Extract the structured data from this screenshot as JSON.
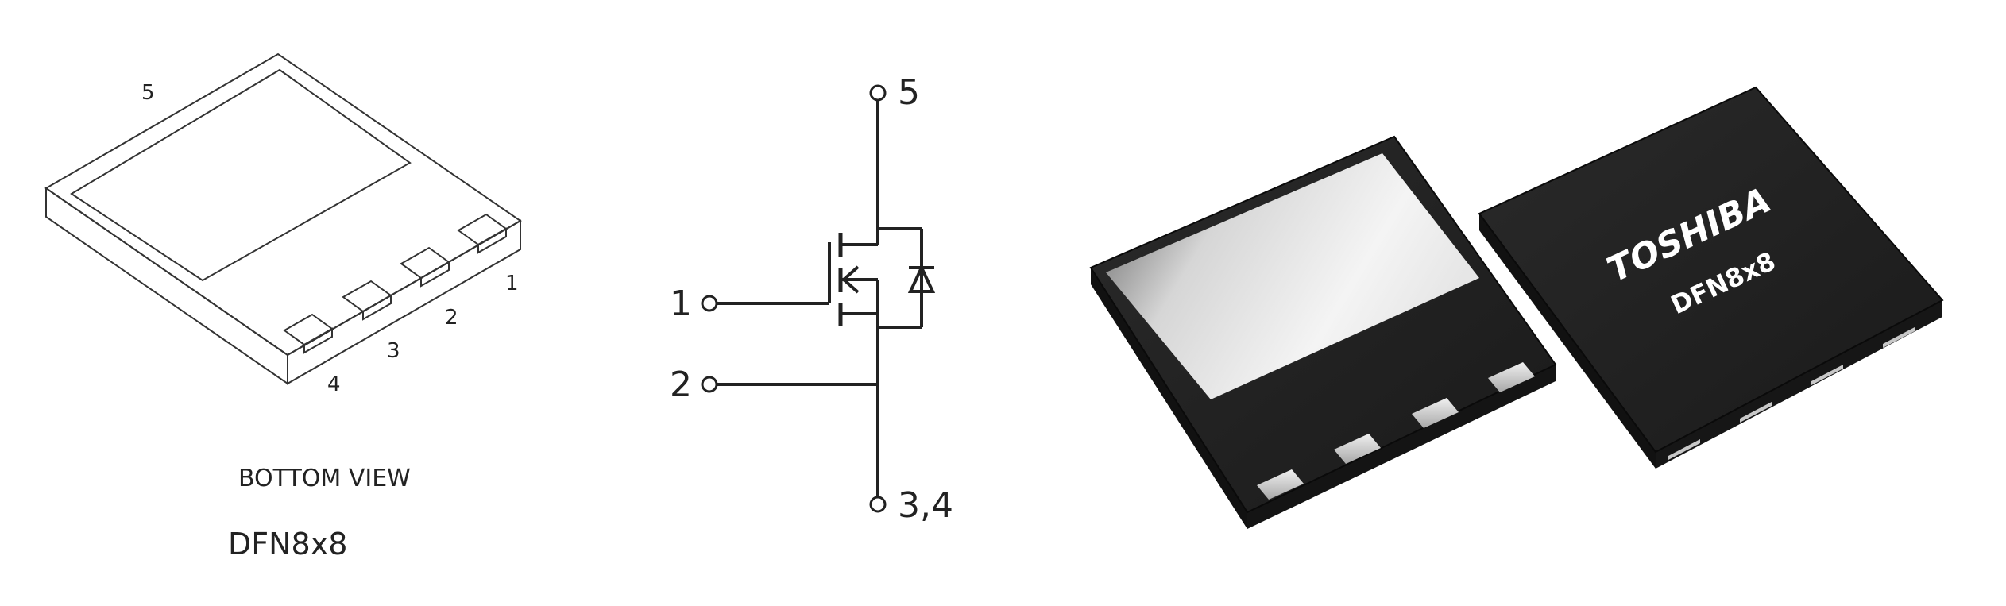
{
  "bottom_view": {
    "pin_labels": [
      "5",
      "1",
      "2",
      "3",
      "4"
    ],
    "view_label": "BOTTOM VIEW",
    "package_label": "DFN8x8"
  },
  "schematic": {
    "terminal_labels": [
      "5",
      "1",
      "2",
      "3,4"
    ]
  },
  "photo": {
    "brand": "TOSHIBA",
    "marking": "DFN8x8"
  }
}
